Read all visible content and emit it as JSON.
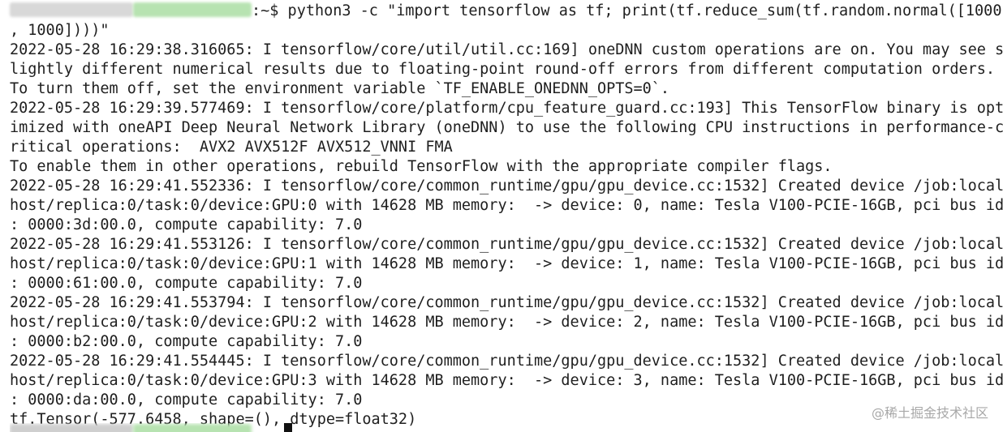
{
  "terminal": {
    "prompt_suffix": ":~$",
    "command_line_1": " python3 -c \"import tensorflow as tf; print(tf.reduce_sum(tf.random.normal([1000",
    "command_line_2": ", 1000])))\"",
    "output_lines": [
      "2022-05-28 16:29:38.316065: I tensorflow/core/util/util.cc:169] oneDNN custom operations are on. You may see s",
      "lightly different numerical results due to floating-point round-off errors from different computation orders.",
      "To turn them off, set the environment variable `TF_ENABLE_ONEDNN_OPTS=0`.",
      "2022-05-28 16:29:39.577469: I tensorflow/core/platform/cpu_feature_guard.cc:193] This TensorFlow binary is opt",
      "imized with oneAPI Deep Neural Network Library (oneDNN) to use the following CPU instructions in performance-c",
      "ritical operations:  AVX2 AVX512F AVX512_VNNI FMA",
      "To enable them in other operations, rebuild TensorFlow with the appropriate compiler flags.",
      "2022-05-28 16:29:41.552336: I tensorflow/core/common_runtime/gpu/gpu_device.cc:1532] Created device /job:local",
      "host/replica:0/task:0/device:GPU:0 with 14628 MB memory:  -> device: 0, name: Tesla V100-PCIE-16GB, pci bus id",
      ": 0000:3d:00.0, compute capability: 7.0",
      "2022-05-28 16:29:41.553126: I tensorflow/core/common_runtime/gpu/gpu_device.cc:1532] Created device /job:local",
      "host/replica:0/task:0/device:GPU:1 with 14628 MB memory:  -> device: 1, name: Tesla V100-PCIE-16GB, pci bus id",
      ": 0000:61:00.0, compute capability: 7.0",
      "2022-05-28 16:29:41.553794: I tensorflow/core/common_runtime/gpu/gpu_device.cc:1532] Created device /job:local",
      "host/replica:0/task:0/device:GPU:2 with 14628 MB memory:  -> device: 2, name: Tesla V100-PCIE-16GB, pci bus id",
      ": 0000:b2:00.0, compute capability: 7.0",
      "2022-05-28 16:29:41.554445: I tensorflow/core/common_runtime/gpu/gpu_device.cc:1532] Created device /job:local",
      "host/replica:0/task:0/device:GPU:3 with 14628 MB memory:  -> device: 3, name: Tesla V100-PCIE-16GB, pci bus id",
      ": 0000:da:00.0, compute capability: 7.0",
      "tf.Tensor(-577.6458, shape=(), dtype=float32)"
    ]
  },
  "watermark": "@稀土掘金技术社区",
  "colors": {
    "background": "#ffffff",
    "text": "#1f1f1f",
    "redacted_user": "#d8d8d8",
    "redacted_host": "#b7e3b1",
    "watermark": "#a8a8a8"
  }
}
